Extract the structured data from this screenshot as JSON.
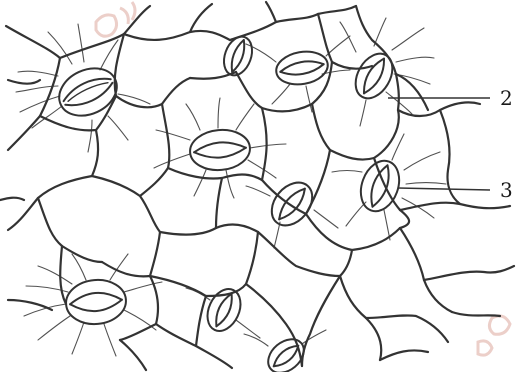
{
  "labels": [
    {
      "id": "label-2",
      "text": "2"
    },
    {
      "id": "label-3",
      "text": "3"
    }
  ],
  "colors": {
    "line": "#333333",
    "background": "#ffffff",
    "watermark": "#e2b6ad"
  },
  "watermark_text": "tiếp"
}
